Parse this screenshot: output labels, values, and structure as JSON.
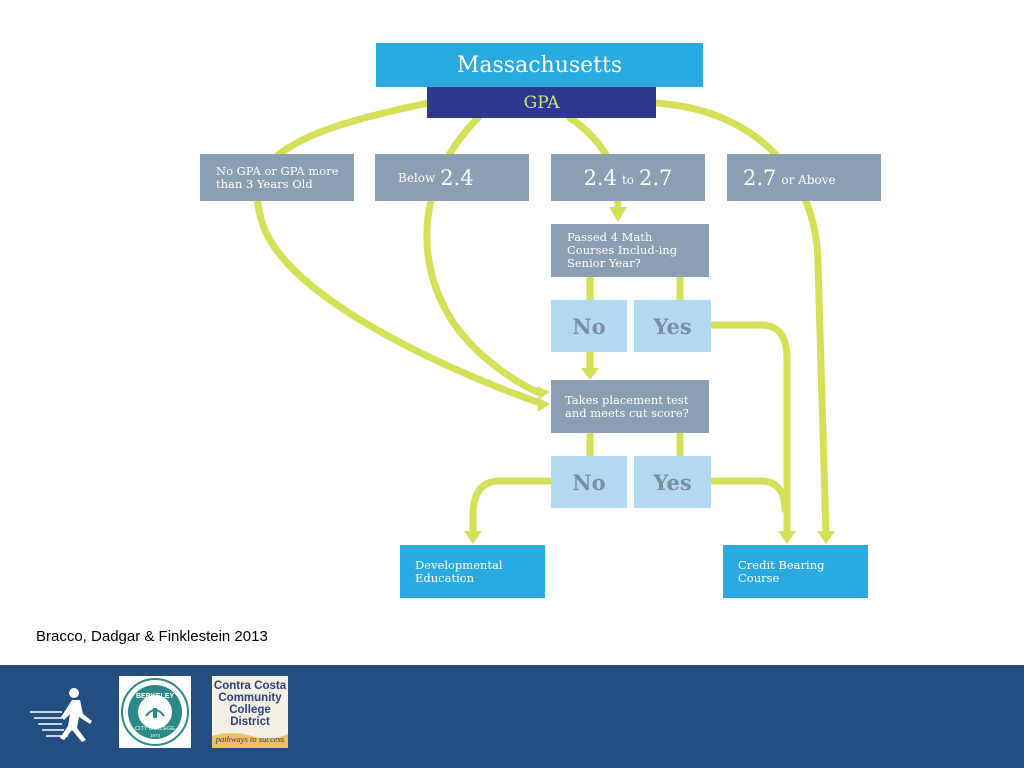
{
  "header": {
    "title": "Massachusetts",
    "subtitle": "GPA"
  },
  "gpa_bands": {
    "no_gpa": "No GPA or GPA more than 3 Years Old",
    "below_prefix": "Below",
    "below_value": "2.4",
    "mid_low": "2.4",
    "mid_to": "to",
    "mid_high": "2.7",
    "above_value": "2.7",
    "above_suffix": "or Above"
  },
  "question_math": "Passed 4 Math Courses Includ-ing Senior Year?",
  "question_placement": "Takes placement test and meets cut score?",
  "answers": {
    "no": "No",
    "yes": "Yes"
  },
  "outcomes": {
    "developmental": "Developmental Education",
    "credit": "Credit Bearing Course"
  },
  "citation": "Bracco, Dadgar & Finklestein 2013",
  "logos": {
    "bcc_name": "BERKELEY",
    "bcc_sub": "CITY COLLEGE",
    "bcc_year": "1974",
    "cc_name": "Contra Costa Community College District",
    "cc_tagline": "pathways to success"
  },
  "colors": {
    "arrow": "#d4e157",
    "title": "#29abe2",
    "gpa": "#2b3a8f",
    "gray": "#8a9fb3",
    "answer": "#b3d9f2",
    "footer": "#234e80"
  },
  "icons": [
    "runner-icon"
  ]
}
